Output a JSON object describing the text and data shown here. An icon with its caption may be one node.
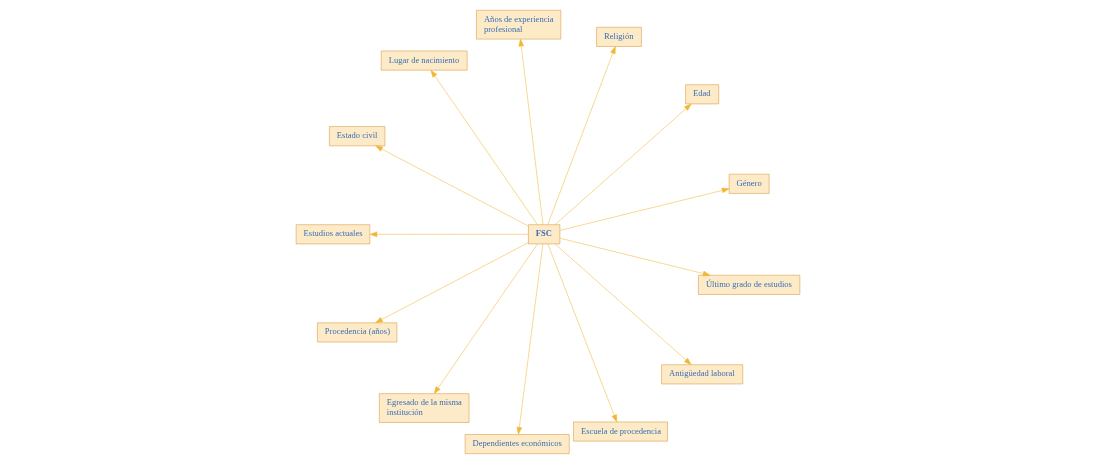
{
  "diagram": {
    "nodes": [
      {
        "text": [
          "FSC"
        ]
      },
      {
        "text": [
          "Género"
        ]
      },
      {
        "text": [
          "Edad"
        ]
      },
      {
        "text": [
          "Religión"
        ]
      },
      {
        "text": [
          "Años de experiencia profesional"
        ]
      },
      {
        "text": [
          "Lugar de nacimiento"
        ]
      },
      {
        "text": [
          "Estado civil"
        ]
      },
      {
        "text": [
          "Estudios actuales"
        ]
      },
      {
        "text": [
          "Procedencia (años)"
        ]
      },
      {
        "text": [
          "Egresado de la misma institución"
        ]
      },
      {
        "text": [
          "Dependientes económicos"
        ]
      },
      {
        "text": [
          "Escuela de procedencia"
        ]
      },
      {
        "text": [
          "Antigüedad laboral"
        ]
      },
      {
        "text": [
          "Último grado de estudios"
        ]
      }
    ],
    "edges": [
      {
        "from": 0,
        "to": 2,
        "arrow": "to"
      },
      {
        "from": 0,
        "to": 3,
        "arrow": "to"
      },
      {
        "from": 0,
        "to": 5,
        "arrow": "to"
      },
      {
        "from": 0,
        "to": 6,
        "arrow": "to"
      },
      {
        "from": 0,
        "to": 8,
        "arrow": "to"
      },
      {
        "from": 0,
        "to": 10,
        "arrow": "to"
      },
      {
        "from": 0,
        "to": 13,
        "arrow": "to"
      },
      {
        "from": 0,
        "to": 12,
        "arrow": "to"
      },
      {
        "from": 0,
        "to": 11,
        "arrow": "to"
      },
      {
        "from": 0,
        "to": 9,
        "arrow": "to"
      },
      {
        "from": 0,
        "to": 7,
        "arrow": "to"
      },
      {
        "from": 0,
        "to": 4,
        "arrow": "to"
      },
      {
        "from": 0,
        "to": 1,
        "arrow": "to"
      }
    ]
  }
}
